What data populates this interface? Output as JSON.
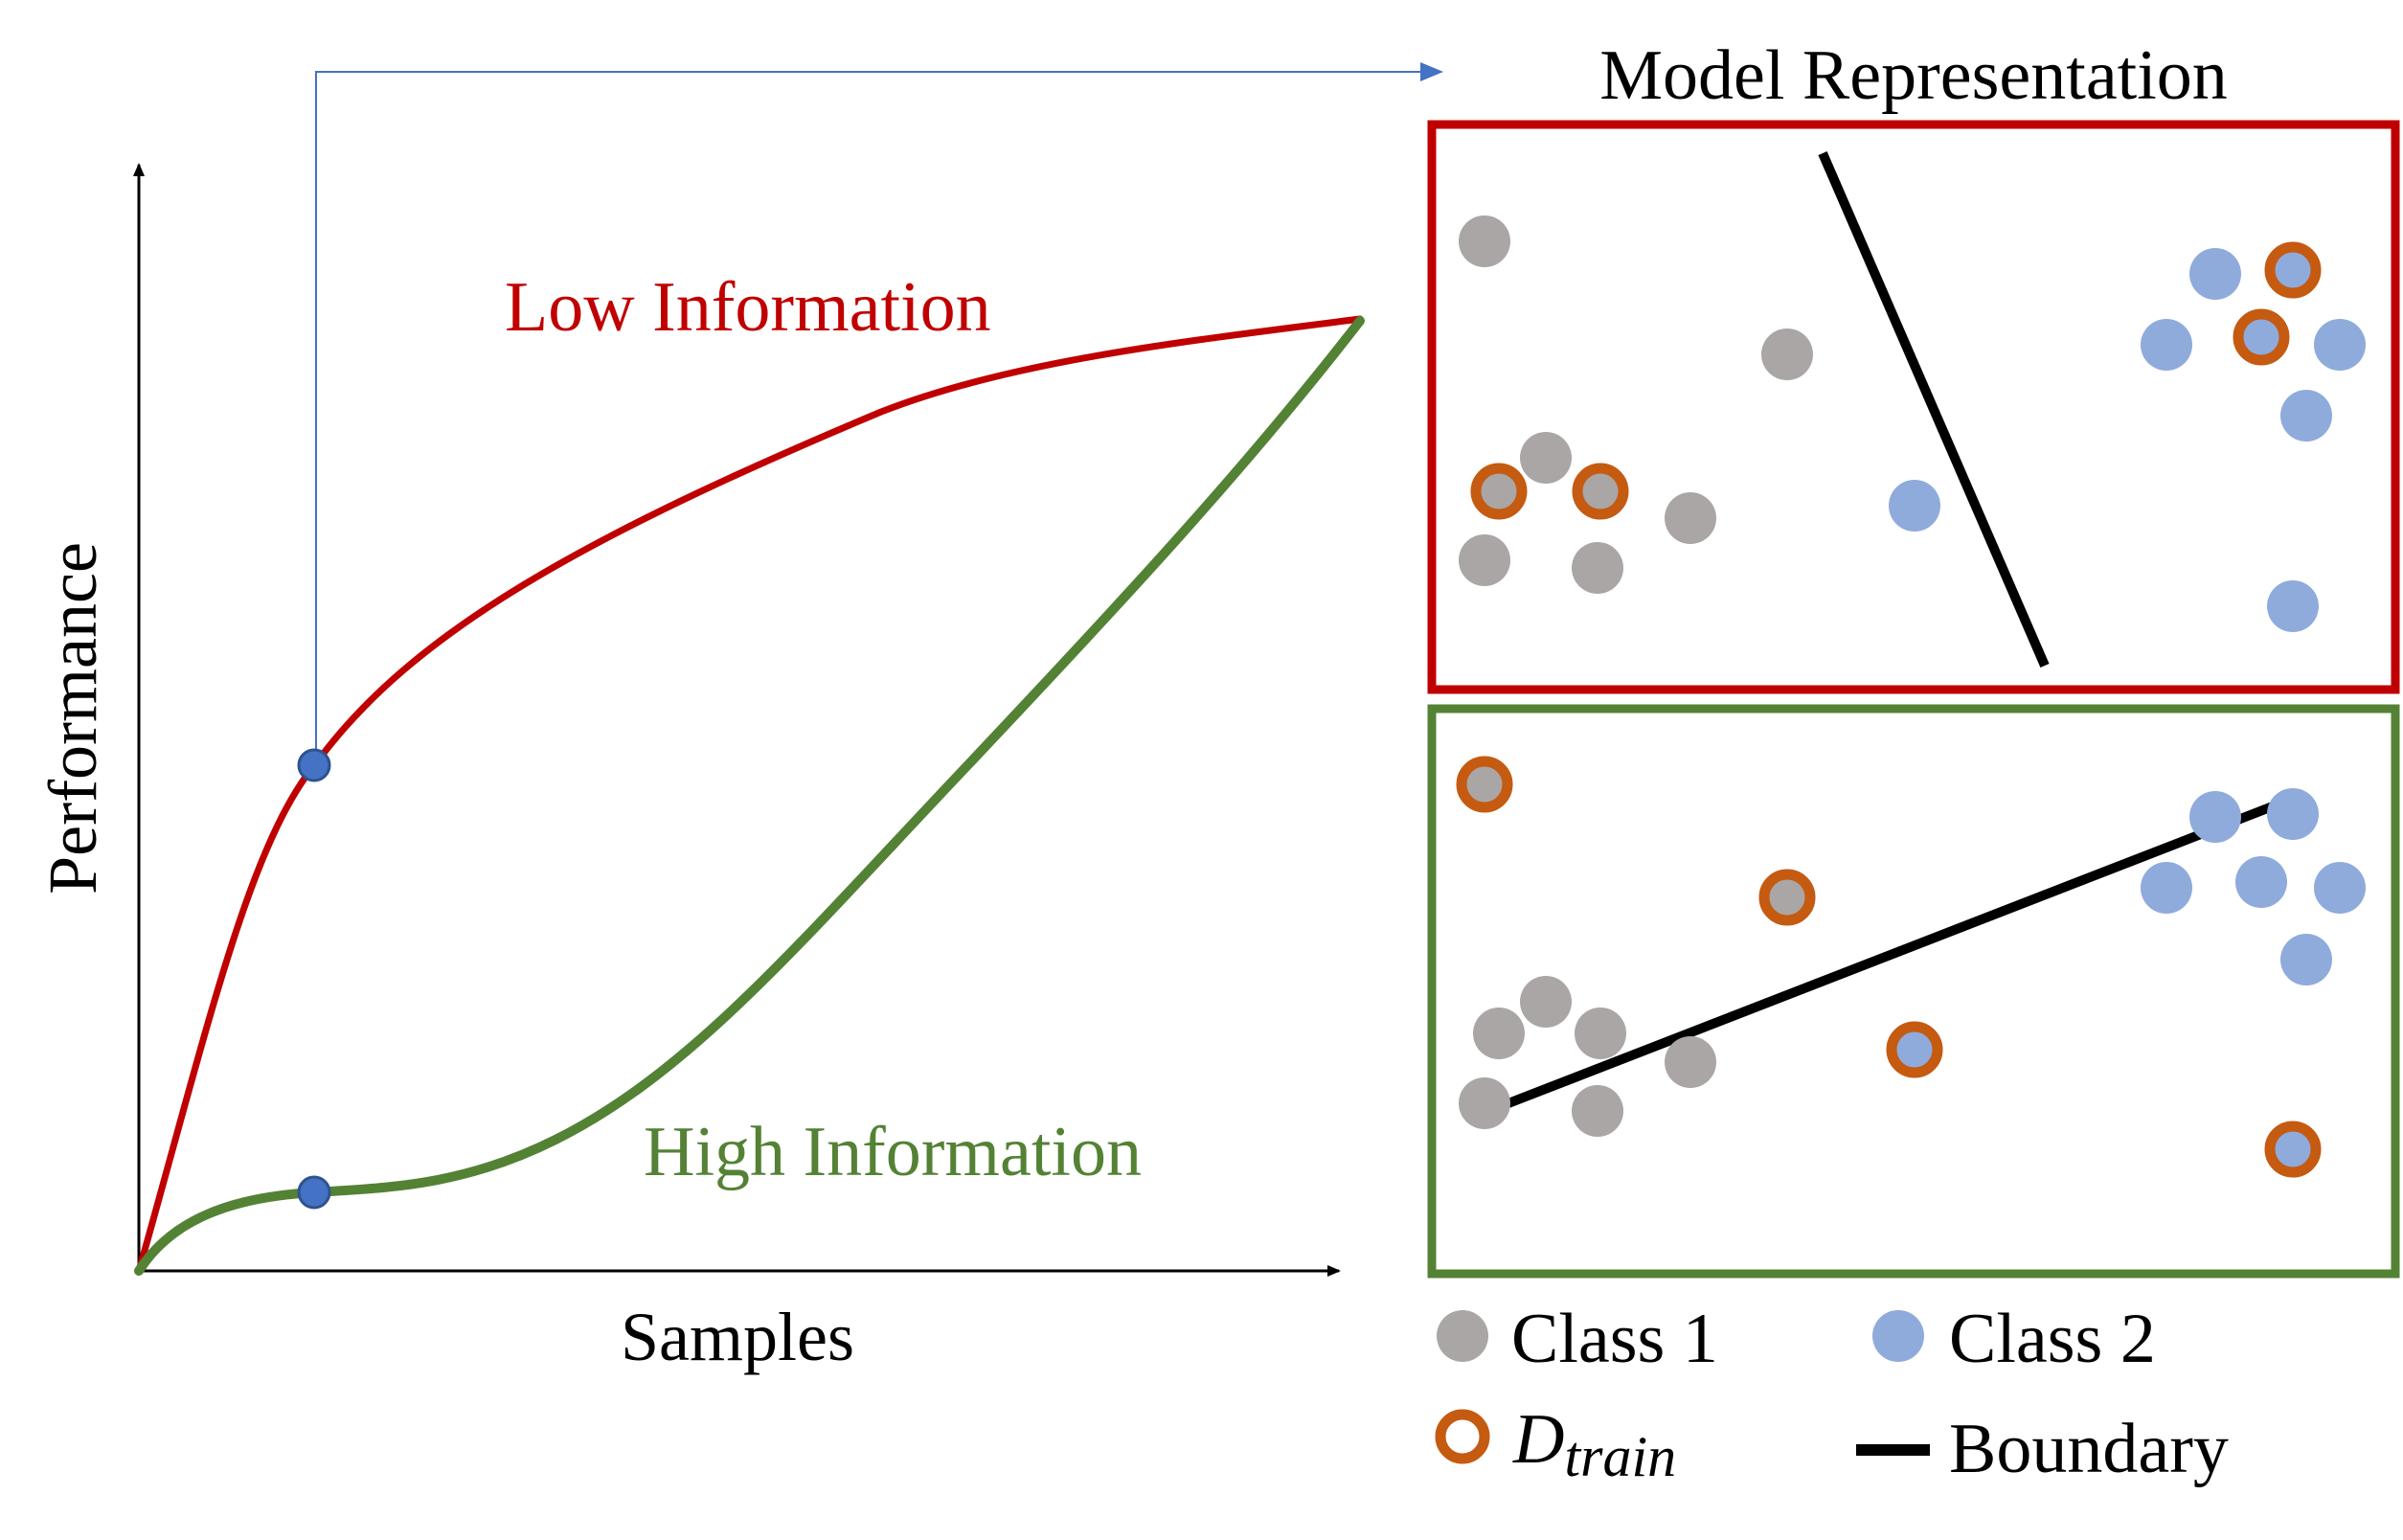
{
  "axes": {
    "y_label": "Performance",
    "x_label": "Samples"
  },
  "curves": {
    "low": {
      "label": "Low Information",
      "color": "#c00000"
    },
    "high": {
      "label": "High Information",
      "color": "#548235"
    }
  },
  "panel_title": "Model Representation",
  "colors": {
    "class1": "#aaa6a5",
    "class2": "#8fabdc",
    "train_ring": "#c55a11",
    "marker": "#4472c4",
    "arrow": "#4472c4",
    "boundary": "#000000",
    "low_frame": "#c00000",
    "high_frame": "#548235"
  },
  "legend": {
    "class1": "Class 1",
    "class2": "Class 2",
    "dtrain_main": "D",
    "dtrain_sub": "train",
    "boundary": "Boundary"
  }
}
